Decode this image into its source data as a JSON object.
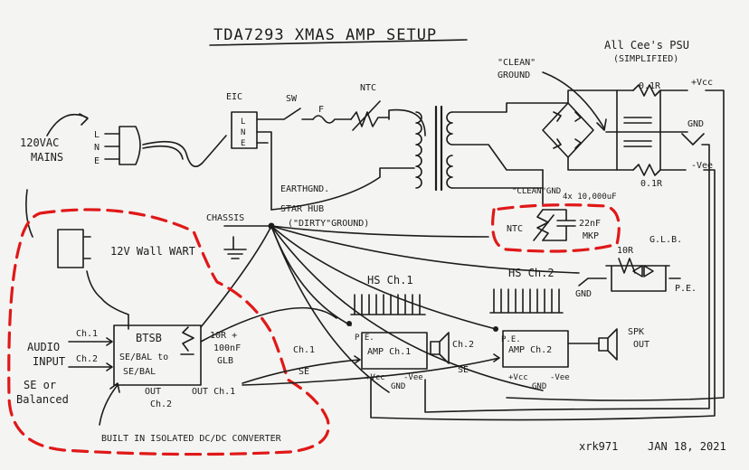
{
  "title": "TDA7293 XMAS AMP SETUP",
  "psu": {
    "label_line1": "All Cee's PSU",
    "label_line2": "(SIMPLIFIED)",
    "vcc": "+Vcc",
    "vee": "-Vee",
    "gnd": "GND",
    "r_top": "0.1R",
    "r_bottom": "0.1R",
    "caps": "4x 10,000uF"
  },
  "clean_ground": {
    "line1": "\"CLEAN\"",
    "line2": "GROUND",
    "bottom": "\"CLEAN\"GND"
  },
  "mains": {
    "line1": "120VAC",
    "line2": "MAINS",
    "l": "L",
    "n": "N",
    "e": "E"
  },
  "inlet": {
    "eic": "EIC",
    "sw": "SW",
    "fuse": "F",
    "ntc": "NTC",
    "l": "L",
    "n": "N",
    "e": "E"
  },
  "star_hub": {
    "earth": "EARTHGND.",
    "line1": "STAR HUB",
    "line2": "(\"DIRTY\"GROUND)"
  },
  "chassis": "CHASSIS",
  "ntc_block": {
    "ntc": "NTC",
    "cap_line1": "22nF",
    "cap_line2": "MKP"
  },
  "protection": {
    "line1": "10R",
    "line2": "G.L.B.",
    "pe": "P.E.",
    "gnd": "GND"
  },
  "wallwart": "12V Wall WART",
  "btsb": {
    "name": "BTSB",
    "line1": "SE/BAL to",
    "line2": "SE/BAL",
    "side_line1": "10R +",
    "side_line2": "100nF",
    "side_line3": "GLB",
    "out1": "OUT Ch.1",
    "out2_line1": "OUT",
    "out2_line2": "Ch.2"
  },
  "audio": {
    "line1": "AUDIO",
    "line2": "INPUT",
    "ch1": "Ch.1",
    "ch2": "Ch.2",
    "note_line1": "SE or",
    "note_line2": "Balanced"
  },
  "isolated_note": "BUILT IN ISOLATED DC/DC CONVERTER",
  "amp1": {
    "hs": "HS Ch.1",
    "name": "AMP Ch.1",
    "pe": "P.E.",
    "vcc": "+Vcc",
    "vee": "-Vee",
    "gnd": "GND",
    "in_label": "Ch.1",
    "se": "SE"
  },
  "amp2": {
    "hs": "HS Ch.2",
    "name": "AMP Ch.2",
    "pe": "P.E.",
    "vcc": "+Vcc",
    "vee": "-Vee",
    "gnd": "GND",
    "in_label": "Ch.2",
    "se": "SE"
  },
  "speaker": {
    "line1": "SPK",
    "line2": "OUT"
  },
  "signature": {
    "author": "xrk971",
    "date": "JAN 18, 2021"
  }
}
